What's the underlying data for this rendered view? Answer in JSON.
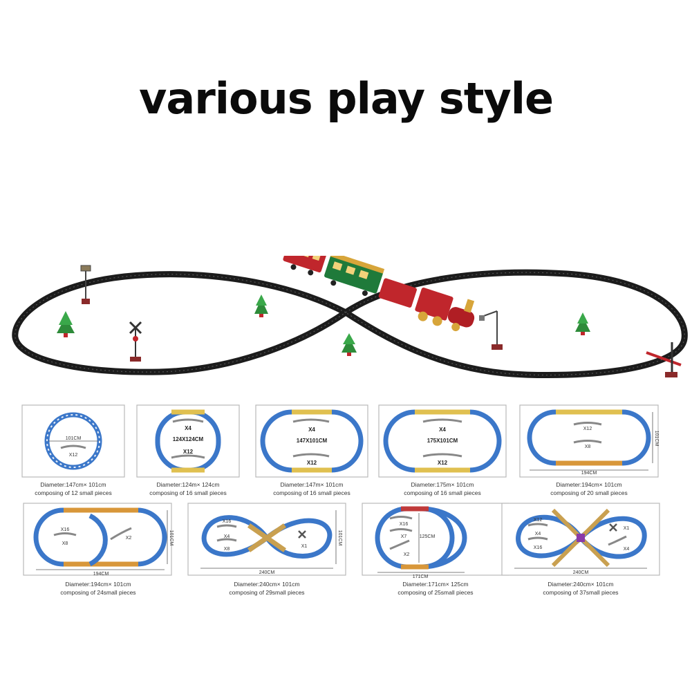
{
  "headline": "various play style",
  "scene": {
    "track_color": "#1c1c1c",
    "accent_colors": {
      "red": "#c0262c",
      "green": "#1f7a3a",
      "gold": "#d7a53a",
      "blue": "#2f6fc0"
    }
  },
  "layouts": [
    {
      "caption_line1": "Diameter:147cm× 101cm",
      "caption_line2": "composing of 12 small pieces",
      "labels": {
        "dim": "101CM",
        "count_a": "X12"
      }
    },
    {
      "caption_line1": "Diameter:124m× 124cm",
      "caption_line2": "composing of 16 small pieces",
      "labels": {
        "top": "X4",
        "dim": "124X124CM",
        "count_a": "X12"
      }
    },
    {
      "caption_line1": "Diameter:147m× 101cm",
      "caption_line2": "composing of 16 small pieces",
      "labels": {
        "top": "X4",
        "dim": "147X101CM",
        "count_a": "X12"
      }
    },
    {
      "caption_line1": "Diameter:175m× 101cm",
      "caption_line2": "composing of 16 small pieces",
      "labels": {
        "top": "X4",
        "dim": "175X101CM",
        "count_a": "X12"
      }
    },
    {
      "caption_line1": "Diameter:194cm× 101cm",
      "caption_line2": "composing of 20 small pieces",
      "labels": {
        "top": "X12",
        "count_a": "X8",
        "side": "101CM",
        "width": "194CM"
      }
    },
    {
      "caption_line1": "Diameter:194cm× 101cm",
      "caption_line2": "composing of 24small pieces",
      "labels": {
        "top": "X16",
        "count_a": "X8",
        "count_b": "X2",
        "side": "101CM",
        "width": "194CM"
      }
    },
    {
      "caption_line1": "Diameter:240cm× 101cm",
      "caption_line2": "composing of 29small pieces",
      "labels": {
        "top": "X16",
        "count_a": "X4",
        "count_b": "X8",
        "count_c": "X1",
        "side": "101CM",
        "width": "240CM"
      }
    },
    {
      "caption_line1": "Diameter:171cm× 125cm",
      "caption_line2": "composing of 25small pieces",
      "labels": {
        "top": "X16",
        "count_a": "X7",
        "count_b": "X2",
        "side": "125CM",
        "width": "171CM"
      }
    },
    {
      "caption_line1": "Diameter:240cm× 101cm",
      "caption_line2": "composing of 37small pieces",
      "labels": {
        "top": "X12",
        "count_a": "X4",
        "count_b": "X16",
        "count_c": "X1",
        "count_d": "X4",
        "width": "240CM"
      }
    }
  ]
}
